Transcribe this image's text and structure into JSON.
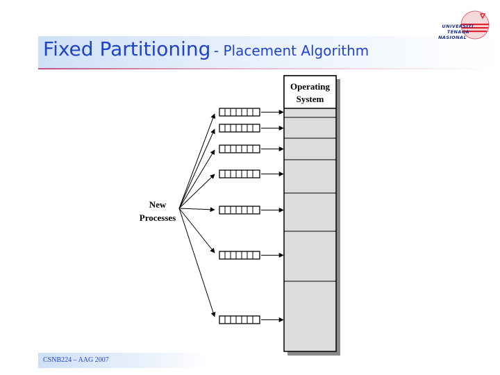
{
  "slide": {
    "title_main": "Fixed Partitioning",
    "title_sub": "- Placement Algorithm",
    "footer": "CSNB224 – AAG 2007"
  },
  "logo": {
    "line1": "UNIVERSITI",
    "line2": "TENAGA",
    "line3": "NASIONAL",
    "accent": "#e0202a",
    "text_color": "#1a2f8f"
  },
  "diagram": {
    "os_label_line1": "Operating",
    "os_label_line2": "System",
    "new_processes_line1": "New",
    "new_processes_line2": "Processes",
    "queue_count": 7,
    "partition_count": 7,
    "memory_fill": "#dcdcdc"
  }
}
